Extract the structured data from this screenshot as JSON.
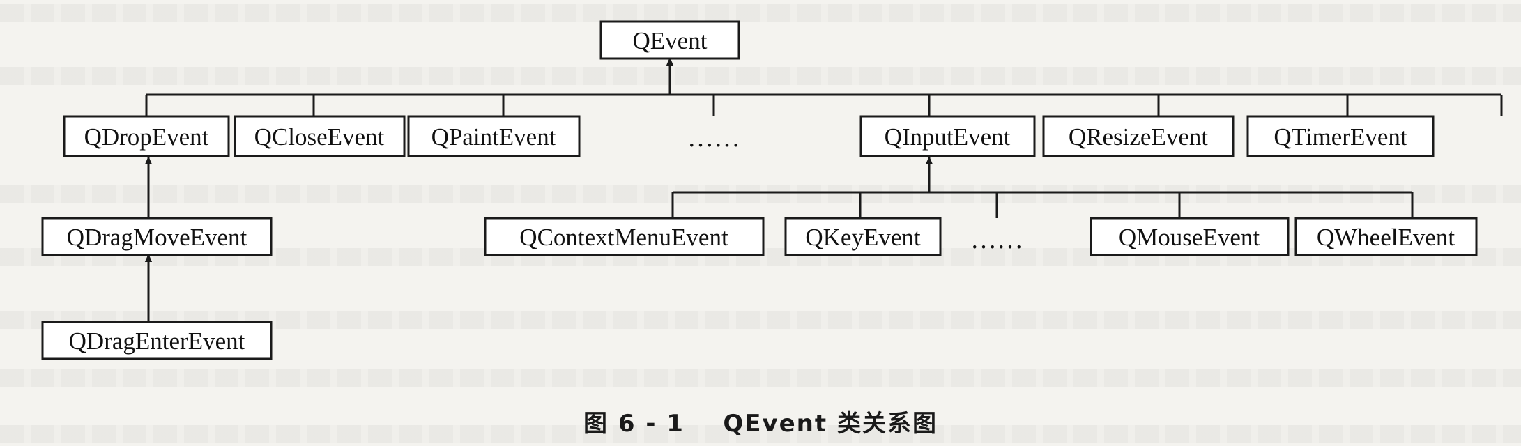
{
  "diagram": {
    "root": "QEvent",
    "level1": [
      "QDropEvent",
      "QCloseEvent",
      "QPaintEvent",
      "……",
      "QInputEvent",
      "QResizeEvent",
      "QTimerEvent"
    ],
    "drop_chain": [
      "QDragMoveEvent",
      "QDragEnterEvent"
    ],
    "input_children": [
      "QContextMenuEvent",
      "QKeyEvent",
      "……",
      "QMouseEvent",
      "QWheelEvent"
    ]
  },
  "caption": {
    "figure_number": "图 6 - 1",
    "title": "QEvent 类关系图"
  }
}
